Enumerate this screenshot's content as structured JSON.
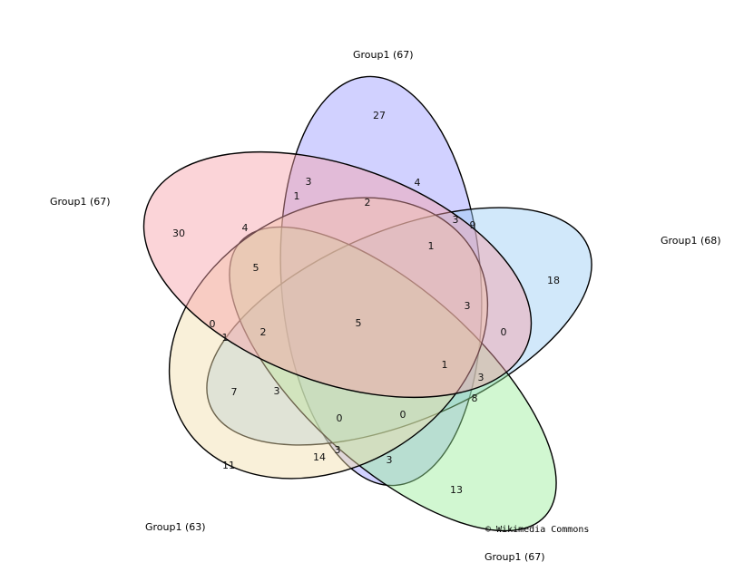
{
  "diagram": {
    "sets": [
      {
        "label": "Group1 (67)",
        "color": "#9999ff"
      },
      {
        "label": "Group1 (68)",
        "color": "#99ccf5"
      },
      {
        "label": "Group1 (67)",
        "color": "#99ee99"
      },
      {
        "label": "Group1 (63)",
        "color": "#f2ddaa"
      },
      {
        "label": "Group1 (67)",
        "color": "#f7a0a8"
      }
    ],
    "region_values": [
      "27",
      "4",
      "3",
      "1",
      "2",
      "3",
      "9",
      "1",
      "18",
      "3",
      "0",
      "1",
      "3",
      "8",
      "13",
      "0",
      "3",
      "0",
      "3",
      "14",
      "11",
      "7",
      "3",
      "1",
      "0",
      "2",
      "5",
      "4",
      "30",
      "5"
    ],
    "credit": "© Wikimedia Commons"
  }
}
